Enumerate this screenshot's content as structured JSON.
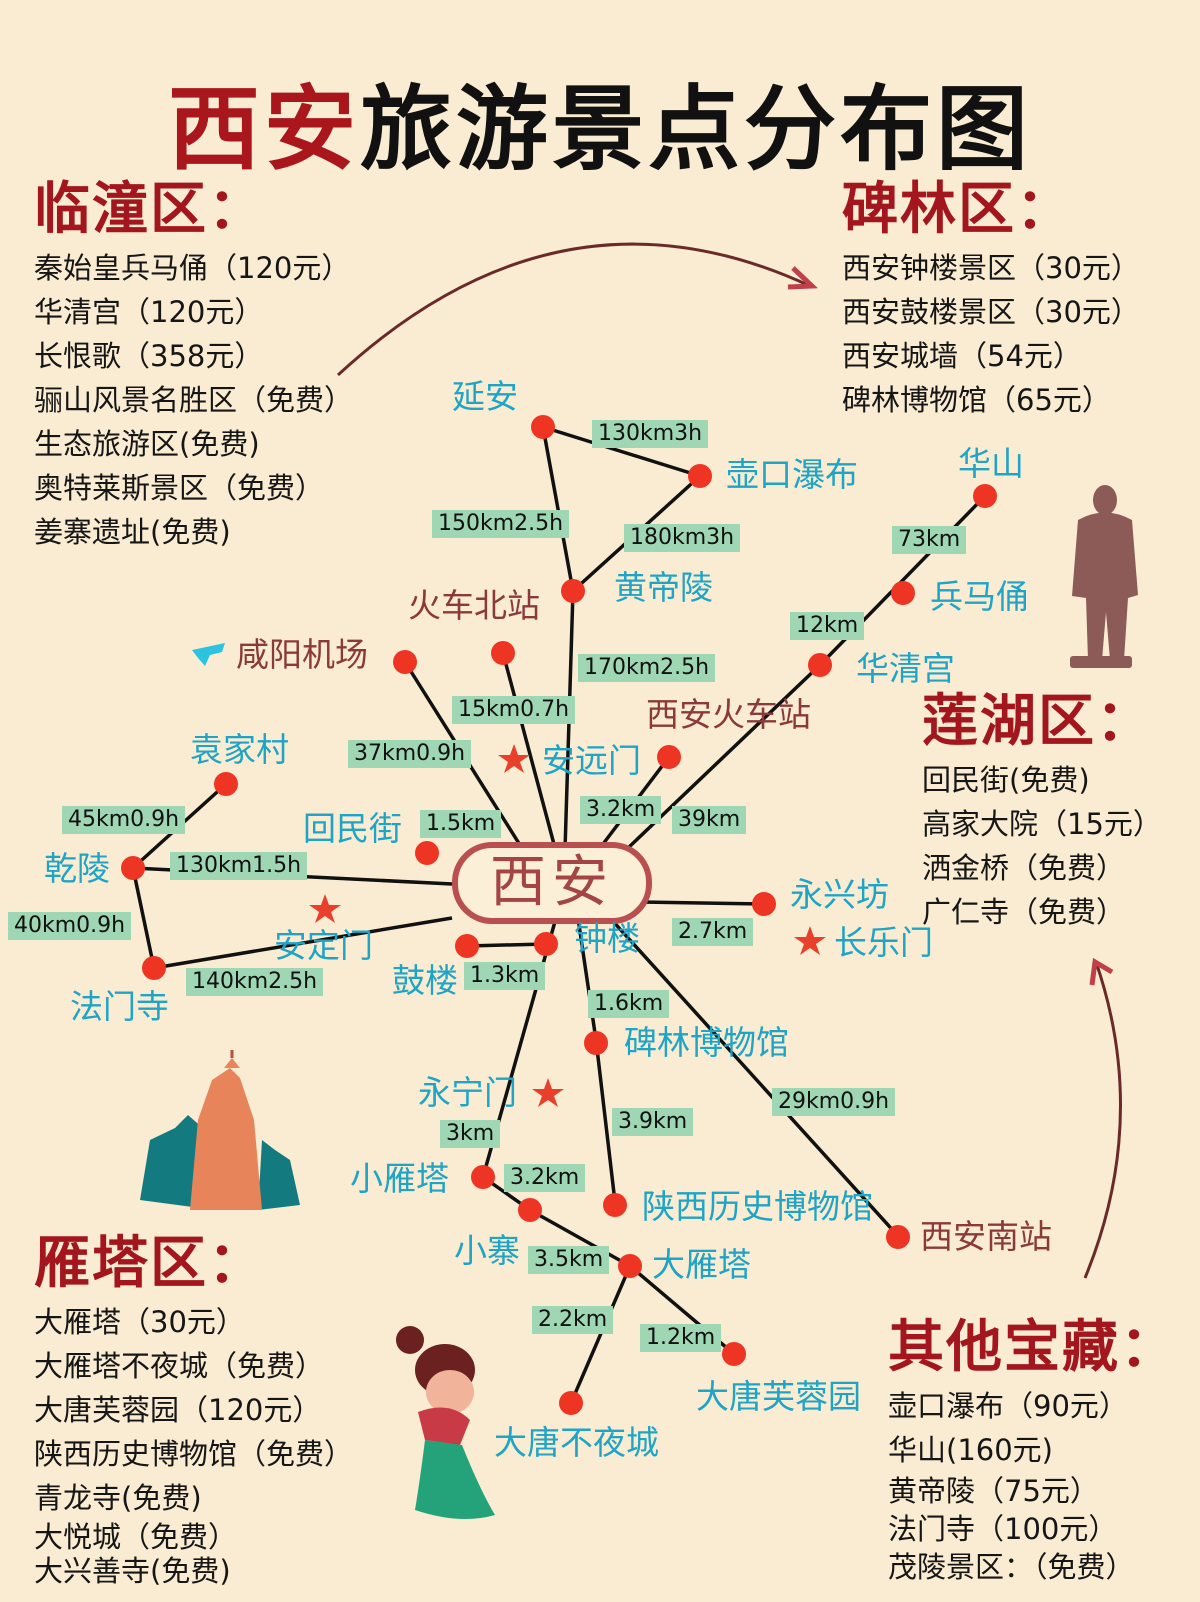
{
  "title": {
    "highlight": "西安",
    "rest": "旅游景点分布图"
  },
  "districts": {
    "lintong": {
      "heading": "临潼区：",
      "items": [
        "秦始皇兵马俑（120元）",
        "华清宫（120元）",
        "长恨歌（358元）",
        "骊山风景名胜区（免费）",
        "生态旅游区(免费)",
        "奥特莱斯景区（免费）",
        "姜寨遗址(免费)"
      ]
    },
    "beilin": {
      "heading": "碑林区：",
      "items": [
        "西安钟楼景区（30元）",
        "西安鼓楼景区（30元）",
        "西安城墙（54元）",
        "碑林博物馆（65元）"
      ]
    },
    "lianhu": {
      "heading": "莲湖区：",
      "items": [
        "回民街(免费)",
        "高家大院（15元）",
        "洒金桥（免费）",
        "广仁寺（免费）"
      ]
    },
    "yanta": {
      "heading": "雁塔区：",
      "items": [
        "大雁塔（30元）",
        "大雁塔不夜城（免费）",
        "大唐芙蓉园（120元）",
        "陕西历史博物馆（免费）",
        "青龙寺(免费)",
        "大悦城（免费）",
        "大兴善寺(免费)"
      ]
    },
    "others": {
      "heading": "其他宝藏：",
      "items": [
        "壶口瀑布（90元）",
        "华山(160元)",
        "黄帝陵（75元）",
        "法门寺（100元）",
        "茂陵景区：（免费）"
      ]
    }
  },
  "map": {
    "center": "西安",
    "places": {
      "yanan": "延安",
      "hukou": "壶口瀑布",
      "huangdiling": "黄帝陵",
      "huochebeizhan": "火车北站",
      "xianyang_airport": "咸阳机场",
      "huashan": "华山",
      "bingmayong": "兵马俑",
      "huaqinggong": "华清宫",
      "xian_station": "西安火车站",
      "anyuanmen": "安远门",
      "yuanjiacun": "袁家村",
      "huiminjie": "回民街",
      "qianling": "乾陵",
      "andingmen": "安定门",
      "famensi": "法门寺",
      "gulou": "鼓楼",
      "zhonglou": "钟楼",
      "yongxingfang": "永兴坊",
      "changlemen": "长乐门",
      "beilin_museum": "碑林博物馆",
      "yongningmen": "永宁门",
      "xiaoyanta": "小雁塔",
      "shaanxi_museum": "陕西历史博物馆",
      "xian_south": "西安南站",
      "xiaozhai": "小寨",
      "dayanta": "大雁塔",
      "furongyuan": "大唐芙蓉园",
      "buyecheng": "大唐不夜城"
    },
    "distances": {
      "yanan_hukou": "130km3h",
      "yanan_huangdiling": "150km2.5h",
      "hukou_huangdiling": "180km3h",
      "huangdiling_xian": "170km2.5h",
      "beizhan_xian": "15km0.7h",
      "airport_xian": "37km0.9h",
      "huashan_bingmayong": "73km",
      "bingmayong_huaqinggong": "12km",
      "huaqinggong_xian": "39km",
      "station_xian": "3.2km",
      "yuanjiacun_qianling": "45km0.9h",
      "qianling_xian": "130km1.5h",
      "qianling_famensi": "40km0.9h",
      "famensi_xian": "140km2.5h",
      "huiminjie_xian": "1.5km",
      "gulou_zhonglou": "1.3km",
      "yongxingfang_xian": "2.7km",
      "zhonglou_beilin": "1.6km",
      "zhonglou_xiaoyanta": "3km",
      "xiaoyanta_xiaozhai": "3.2km",
      "beilin_shaanxi": "3.9km",
      "zhonglou_south": "29km0.9h",
      "xiaozhai_dayanta": "3.5km",
      "dayanta_buyecheng": "2.2km",
      "dayanta_furongyuan": "1.2km"
    }
  },
  "colors": {
    "background": "#f9ecd2",
    "heading": "#a3161d",
    "place_blue": "#1fa4c6",
    "place_red": "#8a3a3a",
    "node": "#ee3524",
    "badge": "#9fd6b4"
  }
}
